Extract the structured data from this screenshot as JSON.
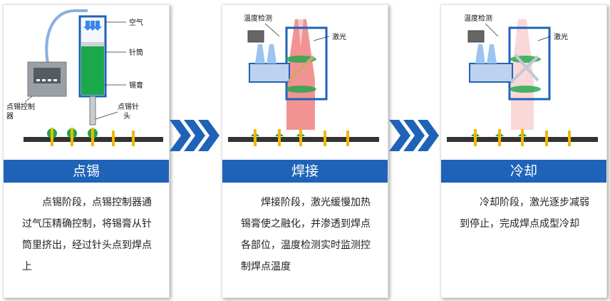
{
  "stages": [
    {
      "title": "点锡",
      "description": "点锡阶段，点锡控制器通过气压精确控制，将锡膏从针筒里挤出，经过针头点到焊点上",
      "labels": {
        "air": "空气",
        "barrel": "针筒",
        "paste": "锡膏",
        "controller_line1": "点锡控制",
        "controller_line2": "器",
        "needle_line1": "点锡针",
        "needle_line2": "头"
      }
    },
    {
      "title": "焊接",
      "description": "焊接阶段，激光缓慢加热锡膏使之融化，并渗透到焊点各部位，温度检测实时监测控制焊点温度",
      "labels": {
        "temp": "温度检测",
        "laser": "激光"
      }
    },
    {
      "title": "冷却",
      "description": "冷却阶段，激光逐步减弱到停止，完成焊点成型冷却",
      "labels": {
        "temp": "温度检测",
        "laser": "激光"
      }
    }
  ],
  "colors": {
    "accent": "#1f63b8",
    "paste": "#1aa84a",
    "laser": "#e83a3a",
    "pin": "#f0b800"
  }
}
